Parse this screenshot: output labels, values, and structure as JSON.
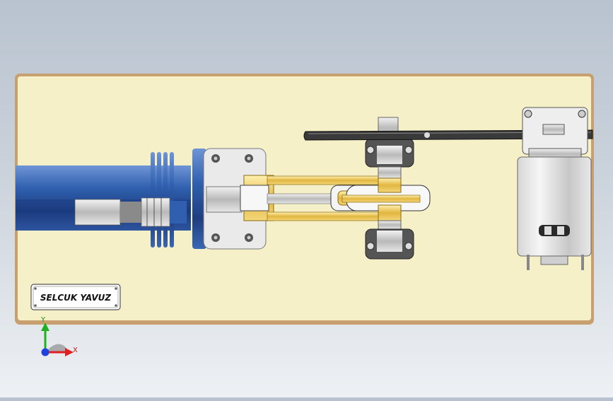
{
  "model": {
    "nameplate_text": "SELCUK YAVUZ",
    "parts": {
      "base_plate": "base-plate",
      "cylinder": "heatsink-cylinder",
      "crank": "crank-assembly",
      "flywheel": "flywheel",
      "motor": "dc-motor"
    }
  },
  "triad": {
    "x_label": "X",
    "y_label": "Y",
    "x_color": "#e02020",
    "y_color": "#20b020",
    "z_color": "#2040e0"
  },
  "colors": {
    "background_top": "#b9c3cf",
    "background_bottom": "#eef1f4",
    "plate": "#f6f0c8",
    "plate_edge": "#c8a070",
    "cylinder_blue": "#2f5fae",
    "brass": "#e2b640",
    "steel": "#c9c9c9"
  }
}
